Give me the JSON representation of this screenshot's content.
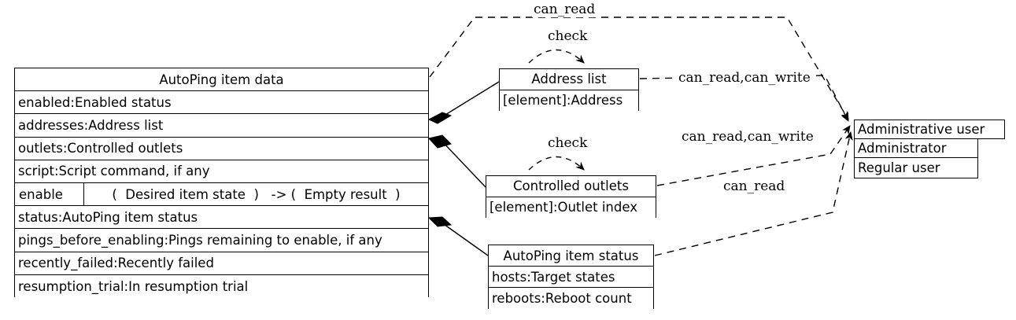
{
  "diagram": {
    "type": "uml-class-diagram",
    "background": "#ffffff",
    "line_color": "#000000"
  },
  "classes": {
    "autoping_item_data": {
      "title": "AutoPing item data",
      "attributes": [
        "enabled:Enabled status",
        "addresses:Address list",
        "outlets:Controlled outlets",
        "script:Script command, if any"
      ],
      "method": {
        "name": "enable",
        "signature": "(  Desired item state  )   -> (  Empty result  )"
      },
      "attributes_after": [
        "status:AutoPing item status",
        "pings_before_enabling:Pings remaining to enable, if any",
        "recently_failed:Recently failed",
        "resumption_trial:In resumption trial"
      ]
    },
    "address_list": {
      "title": "Address list",
      "rows": [
        "[element]:Address"
      ]
    },
    "controlled_outlets": {
      "title": "Controlled outlets",
      "rows": [
        "[element]:Outlet index"
      ]
    },
    "autoping_item_status": {
      "title": "AutoPing item status",
      "rows": [
        "hosts:Target states",
        "reboots:Reboot count"
      ]
    },
    "administrative_user": {
      "title": "Administrative user",
      "rows": [
        "Administrator",
        "Regular user"
      ]
    }
  },
  "edge_labels": {
    "can_read_top": "can_read",
    "check_address_list": "check",
    "check_controlled_outlets": "check",
    "can_read_can_write_top": "can_read,can_write",
    "can_read_can_write_mid": "can_read,can_write",
    "can_read_bottom": "can_read"
  }
}
